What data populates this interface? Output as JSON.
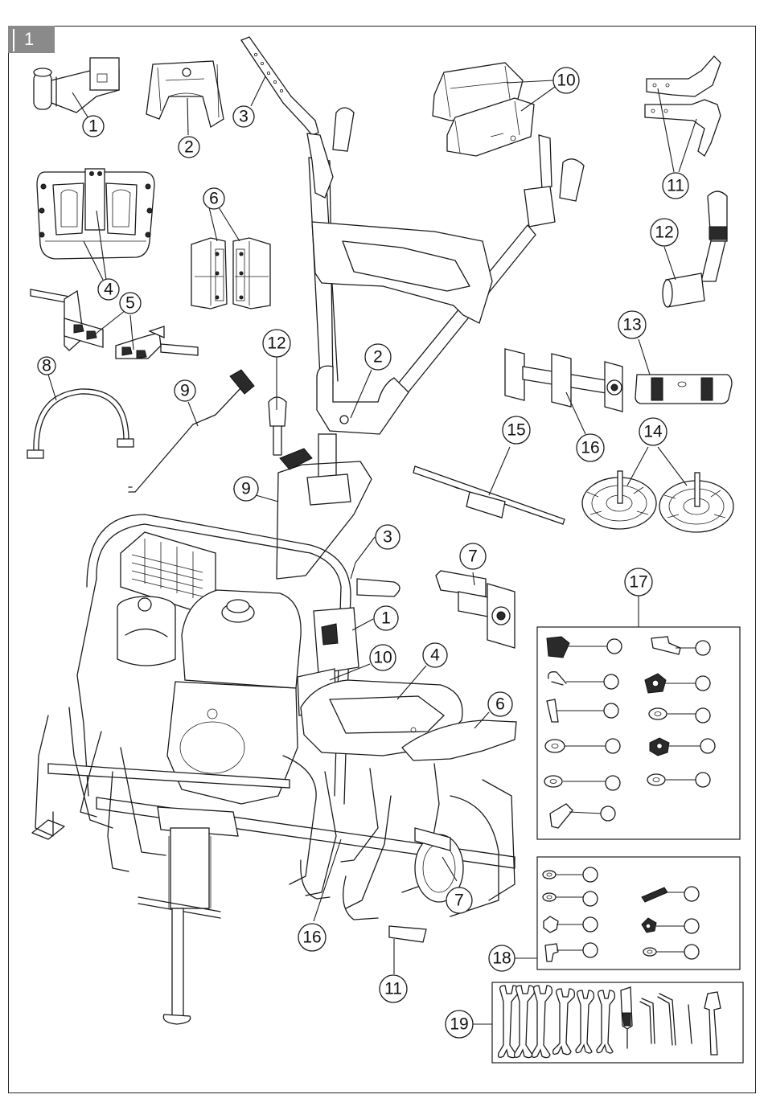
{
  "page": {
    "number": "1"
  },
  "callouts": {
    "part_1_top": "1",
    "part_2_top": "2",
    "part_3_top": "3",
    "part_4_top": "4",
    "part_5": "5",
    "part_6_top": "6",
    "part_8": "8",
    "part_9_top": "9",
    "part_10_top": "10",
    "part_11_top": "11",
    "part_12_top": "12",
    "part_13": "13",
    "part_14": "14",
    "part_15": "15",
    "part_16_top": "16",
    "part_7_top": "7",
    "part_17": "17",
    "part_12_main": "12",
    "part_2_main": "2",
    "part_9_main": "9",
    "part_3_main": "3",
    "part_1_main": "1",
    "part_10_main": "10",
    "part_4_main": "4",
    "part_6_main": "6",
    "part_7_main": "7",
    "part_16_main": "16",
    "part_11_main": "11",
    "part_18": "18",
    "part_19": "19"
  }
}
